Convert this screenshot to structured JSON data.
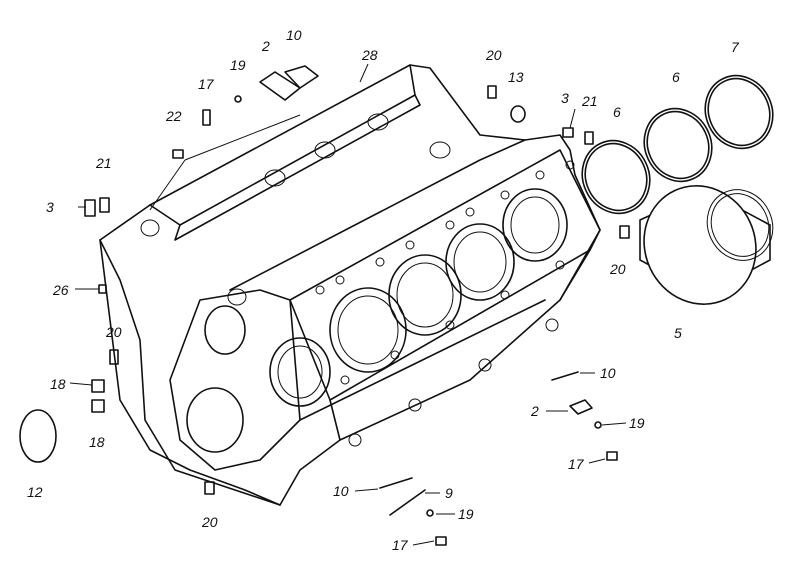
{
  "diagram": {
    "callouts": [
      {
        "id": "c-2a",
        "text": "2"
      },
      {
        "id": "c-10a",
        "text": "10"
      },
      {
        "id": "c-28",
        "text": "28"
      },
      {
        "id": "c-20a",
        "text": "20"
      },
      {
        "id": "c-13",
        "text": "13"
      },
      {
        "id": "c-17a",
        "text": "17"
      },
      {
        "id": "c-19a",
        "text": "19"
      },
      {
        "id": "c-22",
        "text": "22"
      },
      {
        "id": "c-21a",
        "text": "21"
      },
      {
        "id": "c-3a",
        "text": "3"
      },
      {
        "id": "c-3b",
        "text": "3"
      },
      {
        "id": "c-21b",
        "text": "21"
      },
      {
        "id": "c-6a",
        "text": "6"
      },
      {
        "id": "c-6b",
        "text": "6"
      },
      {
        "id": "c-7",
        "text": "7"
      },
      {
        "id": "c-20b",
        "text": "20"
      },
      {
        "id": "c-5",
        "text": "5"
      },
      {
        "id": "c-26",
        "text": "26"
      },
      {
        "id": "c-20c",
        "text": "20"
      },
      {
        "id": "c-18a",
        "text": "18"
      },
      {
        "id": "c-18b",
        "text": "18"
      },
      {
        "id": "c-12",
        "text": "12"
      },
      {
        "id": "c-10b",
        "text": "10"
      },
      {
        "id": "c-2b",
        "text": "2"
      },
      {
        "id": "c-19b",
        "text": "19"
      },
      {
        "id": "c-17b",
        "text": "17"
      },
      {
        "id": "c-10c",
        "text": "10"
      },
      {
        "id": "c-9",
        "text": "9"
      },
      {
        "id": "c-19c",
        "text": "19"
      },
      {
        "id": "c-17c",
        "text": "17"
      },
      {
        "id": "c-20d",
        "text": "20"
      }
    ]
  }
}
